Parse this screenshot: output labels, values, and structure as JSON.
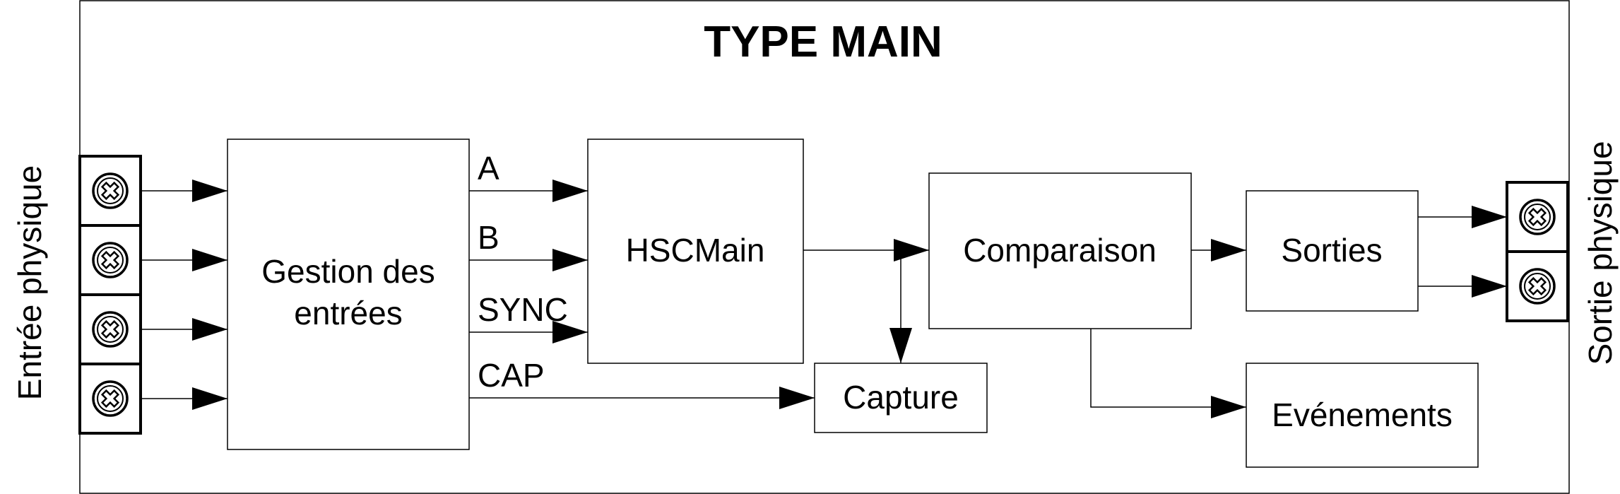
{
  "title": "TYPE MAIN",
  "side_labels": {
    "left": "Entrée physique",
    "right": "Sortie physique"
  },
  "blocks": {
    "input_mgmt": [
      "Gestion des",
      "entrées"
    ],
    "hscmain": "HSCMain",
    "comparison": "Comparaison",
    "outputs": "Sorties",
    "capture": "Capture",
    "events": "Evénements"
  },
  "signals": {
    "a": "A",
    "b": "B",
    "sync": "SYNC",
    "cap": "CAP"
  },
  "terminals": {
    "inputs_count": 4,
    "outputs_count": 2
  }
}
